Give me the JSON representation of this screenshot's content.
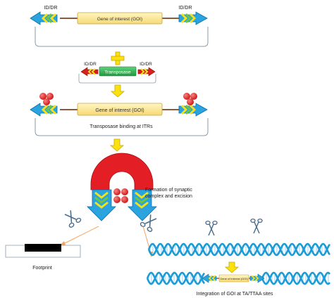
{
  "colors": {
    "itr_blue": "#2aa3de",
    "itr_blue_dark": "#0d6fa8",
    "chevron_yellow": "#f2e21b",
    "chevron_green": "#6cc644",
    "goi_box_fill": "#fde68a",
    "goi_box_stroke": "#c7a43a",
    "backbone_line": "#8b5a3c",
    "transposase_green": "#27b24a",
    "transposase_itr_red": "#d61f1f",
    "transposase_binding_red": "#e02020",
    "step_arrow_yellow": "#fbe20f",
    "step_arrow_stroke": "#c9a800",
    "horseshoe_red": "#e31e24",
    "footprint_black": "#000000",
    "excision_arrow_orange": "#f7a15a",
    "dna_helix_blue": "#1d9bd6",
    "scissors": "#4a6e8e"
  },
  "icons": [
    "plus-icon",
    "scissors-icon",
    "dna-helix-icon",
    "arrow-down-icon"
  ],
  "panel1": {
    "left_itr_label": "ID/DR",
    "right_itr_label": "ID/DR",
    "goi_label": "Gene of interest (GOI)"
  },
  "panel2": {
    "left_itr_label": "ID/DR",
    "right_itr_label": "ID/DR",
    "transposase_label": "Transposase"
  },
  "panel3": {
    "goi_label": "Gene of interest (GOI)",
    "caption": "Transposase binding at ITRs"
  },
  "panel4": {
    "caption_line1": "Formation of synaptic",
    "caption_line2": "complex and excision"
  },
  "panel5": {
    "footprint_caption": "Footprint"
  },
  "panel6": {
    "goi_label": "Gene of interest (GOI)",
    "caption": "Integration of GOI at TA/TTAA sites"
  }
}
